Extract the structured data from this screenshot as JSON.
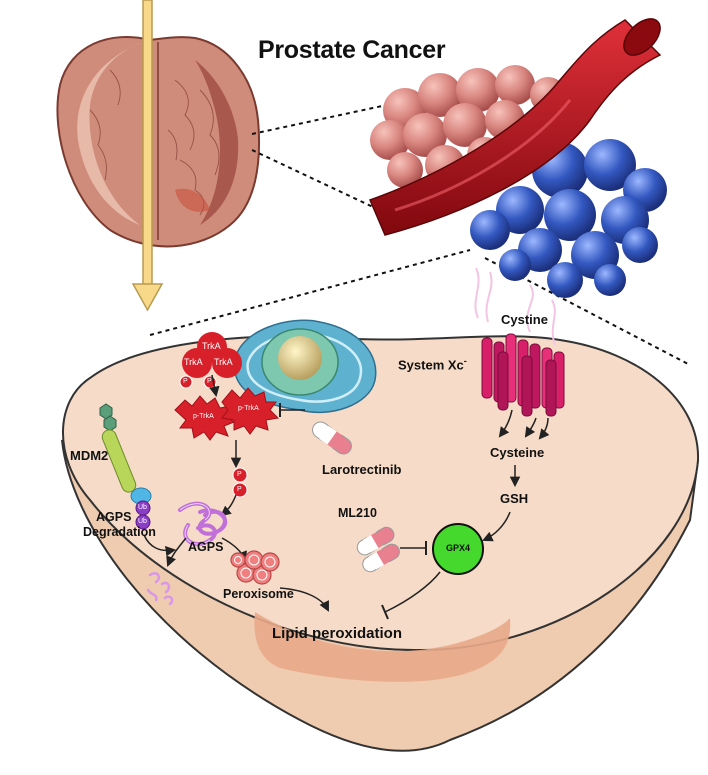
{
  "title": "Prostate Cancer",
  "labels": {
    "cystine": "Cystine",
    "system_xc": "System Xc",
    "system_xc_sup": "-",
    "cysteine": "Cysteine",
    "gsh": "GSH",
    "gpx4": "GPX4",
    "ml210": "ML210",
    "larotrectinib": "Larotrectinib",
    "mdm2": "MDM2",
    "ub": "Ub",
    "agps_degradation_line1": "AGPS",
    "agps_degradation_line2": "Degradation",
    "agps": "AGPS",
    "peroxisome": "Peroxisome",
    "lipid_peroxidation": "Lipid peroxidation",
    "trka": "TrkA",
    "p_trka": "p-TrkA",
    "p": "P"
  },
  "colors": {
    "cell_top": "#f6dcc8",
    "cell_side": "#efcbb0",
    "lipid_band": "#e8a888",
    "gpx4_fill": "#44d92c",
    "trka_red": "#d8202a",
    "transporter": "#d8206a",
    "agps_purple": "#c070d8",
    "ub_purple": "#8a3ec4",
    "arrow_yellow": "#f8d98a",
    "vessel_red": "#b0151d",
    "tumor_blue": "#3358c0",
    "tumor_pink": "#d98680"
  }
}
